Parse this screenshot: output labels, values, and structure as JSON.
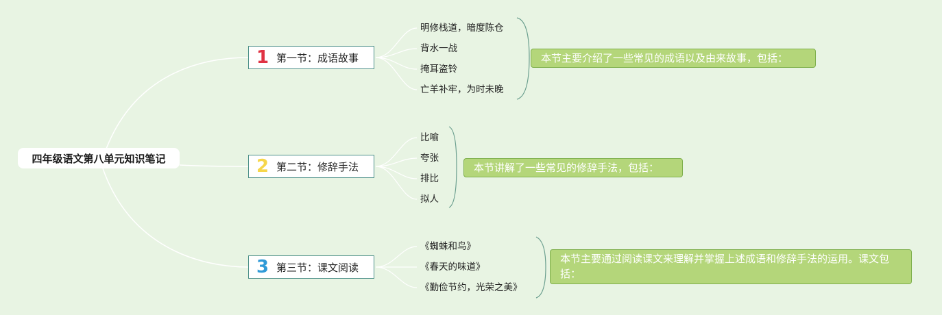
{
  "colors": {
    "background": "#e8f4e3",
    "connector": "#ffffff",
    "bracket": "#6a9e8e",
    "note_fill": "#b4d67a",
    "section_border": "#4b8f88",
    "num1": "#e03243",
    "num2": "#f6d64a",
    "num3": "#2f9ad7"
  },
  "root": {
    "title": "四年级语文第八单元知识笔记"
  },
  "sections": [
    {
      "number": "1",
      "title": "第一节：成语故事",
      "items": [
        "明修栈道，暗度陈仓",
        "背水一战",
        "掩耳盗铃",
        "亡羊补牢，为时未晚"
      ],
      "note": "本节主要介绍了一些常见的成语以及由来故事，包括："
    },
    {
      "number": "2",
      "title": "第二节：修辞手法",
      "items": [
        "比喻",
        "夸张",
        "排比",
        "拟人"
      ],
      "note": "本节讲解了一些常见的修辞手法，包括："
    },
    {
      "number": "3",
      "title": "第三节：课文阅读",
      "items": [
        "《蜘蛛和鸟》",
        "《春天的味道》",
        "《勤俭节约，光荣之美》"
      ],
      "note": "本节主要通过阅读课文来理解并掌握上述成语和修辞手法的运用。课文包括："
    }
  ]
}
